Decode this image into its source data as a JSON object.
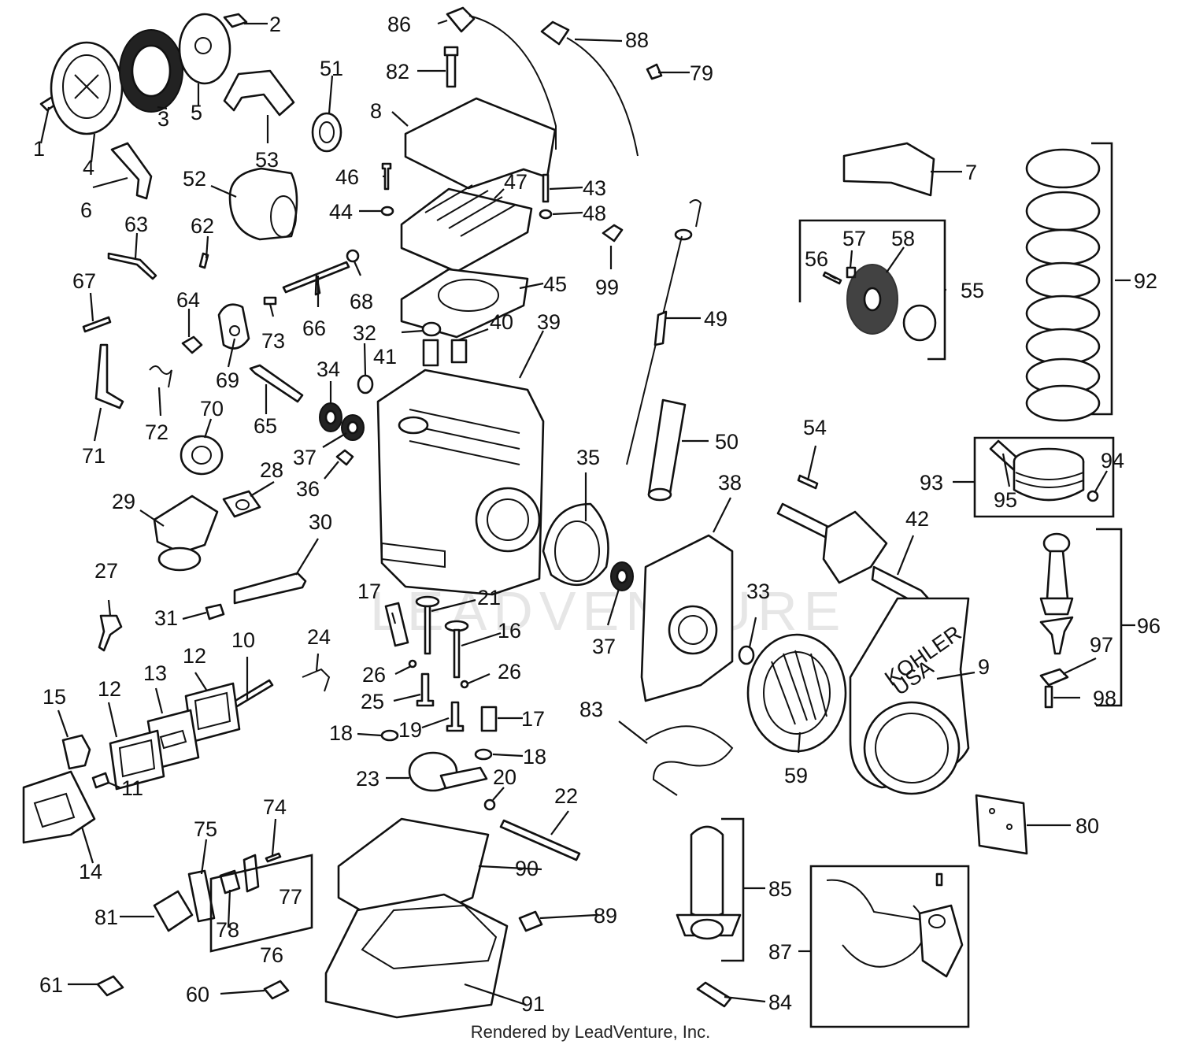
{
  "footer": "Rendered by LeadVenture, Inc.",
  "watermark": "LEADVENTURE",
  "brand_on_part": [
    "KOHLER",
    "USA"
  ],
  "callouts": {
    "c1": "1",
    "c2": "2",
    "c3": "3",
    "c4": "4",
    "c5": "5",
    "c6": "6",
    "c7": "7",
    "c8": "8",
    "c9": "9",
    "c10": "10",
    "c11": "11",
    "c12a": "12",
    "c12b": "12",
    "c13": "13",
    "c14": "14",
    "c15": "15",
    "c16": "16",
    "c17a": "17",
    "c17b": "17",
    "c18a": "18",
    "c18b": "18",
    "c19": "19",
    "c20": "20",
    "c21": "21",
    "c22": "22",
    "c23": "23",
    "c24": "24",
    "c25": "25",
    "c26a": "26",
    "c26b": "26",
    "c27": "27",
    "c28": "28",
    "c29": "29",
    "c30": "30",
    "c31": "31",
    "c32": "32",
    "c33": "33",
    "c34": "34",
    "c35": "35",
    "c36": "36",
    "c37a": "37",
    "c37b": "37",
    "c38": "38",
    "c39": "39",
    "c40": "40",
    "c41": "41",
    "c42": "42",
    "c43": "43",
    "c44": "44",
    "c45": "45",
    "c46": "46",
    "c47": "47",
    "c48": "48",
    "c49": "49",
    "c50": "50",
    "c51": "51",
    "c52": "52",
    "c53": "53",
    "c54": "54",
    "c55": "55",
    "c56": "56",
    "c57": "57",
    "c58": "58",
    "c59": "59",
    "c60": "60",
    "c61": "61",
    "c62": "62",
    "c63": "63",
    "c64": "64",
    "c65": "65",
    "c66": "66",
    "c67": "67",
    "c68": "68",
    "c69": "69",
    "c70": "70",
    "c71": "71",
    "c72": "72",
    "c73": "73",
    "c74": "74",
    "c75": "75",
    "c76": "76",
    "c77": "77",
    "c78": "78",
    "c79": "79",
    "c80": "80",
    "c81": "81",
    "c82": "82",
    "c83": "83",
    "c84": "84",
    "c85": "85",
    "c86": "86",
    "c87": "87",
    "c88": "88",
    "c89": "89",
    "c90": "90",
    "c91": "91",
    "c92": "92",
    "c93": "93",
    "c94": "94",
    "c95": "95",
    "c96": "96",
    "c97": "97",
    "c98": "98",
    "c99": "99"
  }
}
